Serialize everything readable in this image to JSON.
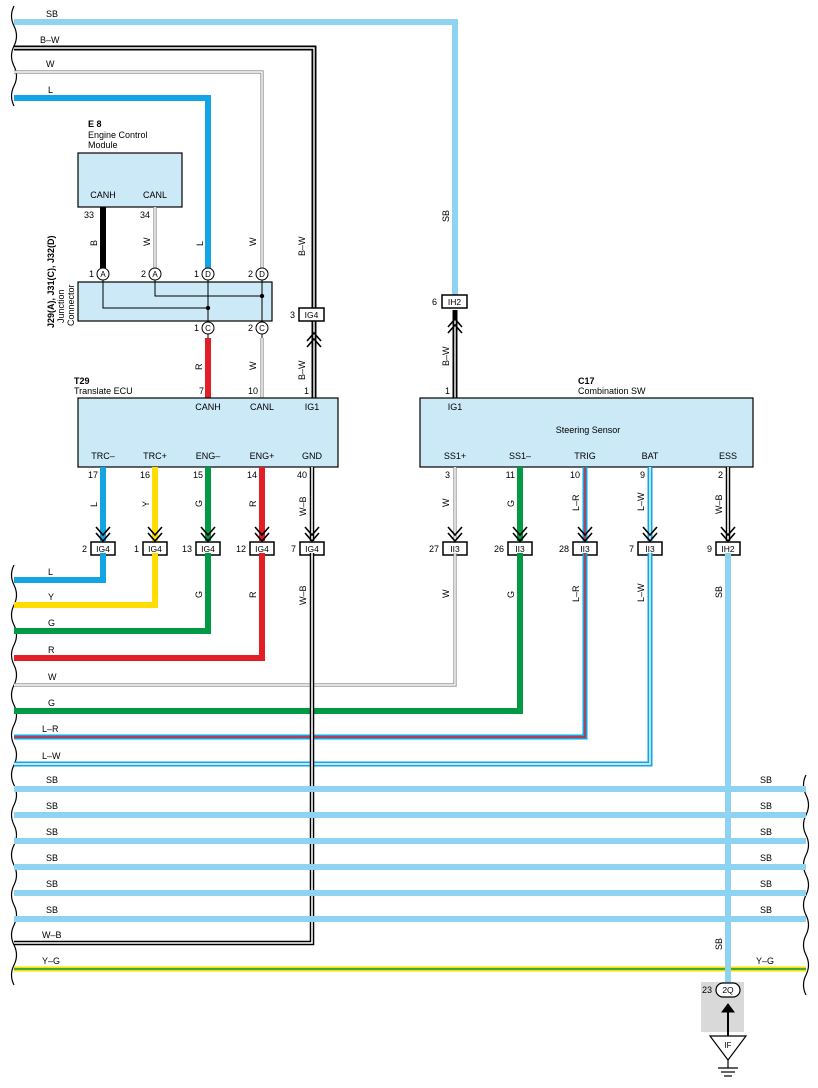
{
  "colors": {
    "SB": "#8fd3f2",
    "L": "#13a4e3",
    "B": "#000000",
    "W": "#a6a6a6",
    "R": "#e31e24",
    "G": "#009a44",
    "Y": "#ffdd00",
    "box_fill": "#cce9f7",
    "ground_fill": "#d9d9d9"
  },
  "wire_labels": {
    "top_sb": "SB",
    "top_bw": "B–W",
    "top_w": "W",
    "top_l": "L",
    "lo_l": "L",
    "lo_y": "Y",
    "lo_g": "G",
    "lo_r": "R",
    "lo_w": "W",
    "lo_g2": "G",
    "lo_lr": "L–R",
    "lo_lw": "L–W",
    "sb_left": [
      "SB",
      "SB",
      "SB",
      "SB",
      "SB",
      "SB"
    ],
    "sb_right": [
      "SB",
      "SB",
      "SB",
      "SB",
      "SB",
      "SB"
    ],
    "lo_wb": "W–B",
    "yg_left": "Y–G",
    "yg_right": "Y–G",
    "v_b": "B",
    "v_w1": "W",
    "v_l": "L",
    "v_w2": "W",
    "v_r": "R",
    "v_w3": "W",
    "v_bw1": "B–W",
    "v_bw2": "B–W",
    "v_sb1": "SB",
    "v_bw3": "B–W",
    "v_trc_minus": "L",
    "v_trc_plus": "Y",
    "v_eng_minus": "G",
    "v_eng_plus": "R",
    "v_gnd": "W–B",
    "v_ss1plus": "W",
    "v_ss1minus": "G",
    "v_trig": "L–R",
    "v_bat": "L–W",
    "v_ess": "W–B",
    "v2_r": "R",
    "v2_g": "G",
    "v2_wb": "W–B",
    "v2_w": "W",
    "v2_g2": "G",
    "v2_lr": "L–R",
    "v2_lw": "L–W",
    "v2_sb": "SB",
    "v3_sb": "SB"
  },
  "ecm": {
    "id": "E 8",
    "name_line1": "Engine Control",
    "name_line2": "Module",
    "pin_canh": "CANH",
    "pin_canl": "CANL",
    "pin_no_canh": "33",
    "pin_no_canl": "34"
  },
  "junction": {
    "id_label": "J29(A), J31(C), J32(D)",
    "name_line1": "Junction",
    "name_line2": "Connector",
    "top_pins": [
      {
        "no": "1",
        "letter": "A"
      },
      {
        "no": "2",
        "letter": "A"
      },
      {
        "no": "1",
        "letter": "D"
      },
      {
        "no": "2",
        "letter": "D"
      }
    ],
    "bottom_pins": [
      {
        "no": "1",
        "letter": "C"
      },
      {
        "no": "2",
        "letter": "C"
      }
    ]
  },
  "translate_ecu": {
    "id": "T29",
    "name": "Translate ECU",
    "top_pin_nos": [
      "7",
      "10",
      "1"
    ],
    "top_pins": [
      "CANH",
      "CANL",
      "IG1"
    ],
    "bottom_pins": [
      "TRC–",
      "TRC+",
      "ENG–",
      "ENG+",
      "GND"
    ],
    "bottom_pin_nos": [
      "17",
      "16",
      "15",
      "14",
      "40"
    ]
  },
  "combination_sw": {
    "id": "C17",
    "name": "Combination SW",
    "inner_label": "Steering Sensor",
    "top_pin": "IG1",
    "top_pin_no": "1",
    "bottom_pins": [
      "SS1+",
      "SS1–",
      "TRIG",
      "BAT",
      "ESS"
    ],
    "bottom_pin_nos": [
      "3",
      "11",
      "10",
      "9",
      "2"
    ]
  },
  "connectors": {
    "ig4_top": {
      "pin": "3",
      "label": "IG4"
    },
    "ih2_top": {
      "pin": "6",
      "label": "IH2"
    },
    "row": [
      {
        "pin": "2",
        "label": "IG4"
      },
      {
        "pin": "1",
        "label": "IG4"
      },
      {
        "pin": "13",
        "label": "IG4"
      },
      {
        "pin": "12",
        "label": "IG4"
      },
      {
        "pin": "7",
        "label": "IG4"
      },
      {
        "pin": "27",
        "label": "II3"
      },
      {
        "pin": "26",
        "label": "II3"
      },
      {
        "pin": "28",
        "label": "II3"
      },
      {
        "pin": "7",
        "label": "II3"
      },
      {
        "pin": "9",
        "label": "IH2"
      }
    ]
  },
  "ground": {
    "pin": "23",
    "connector": "2Q",
    "point": "IF"
  }
}
